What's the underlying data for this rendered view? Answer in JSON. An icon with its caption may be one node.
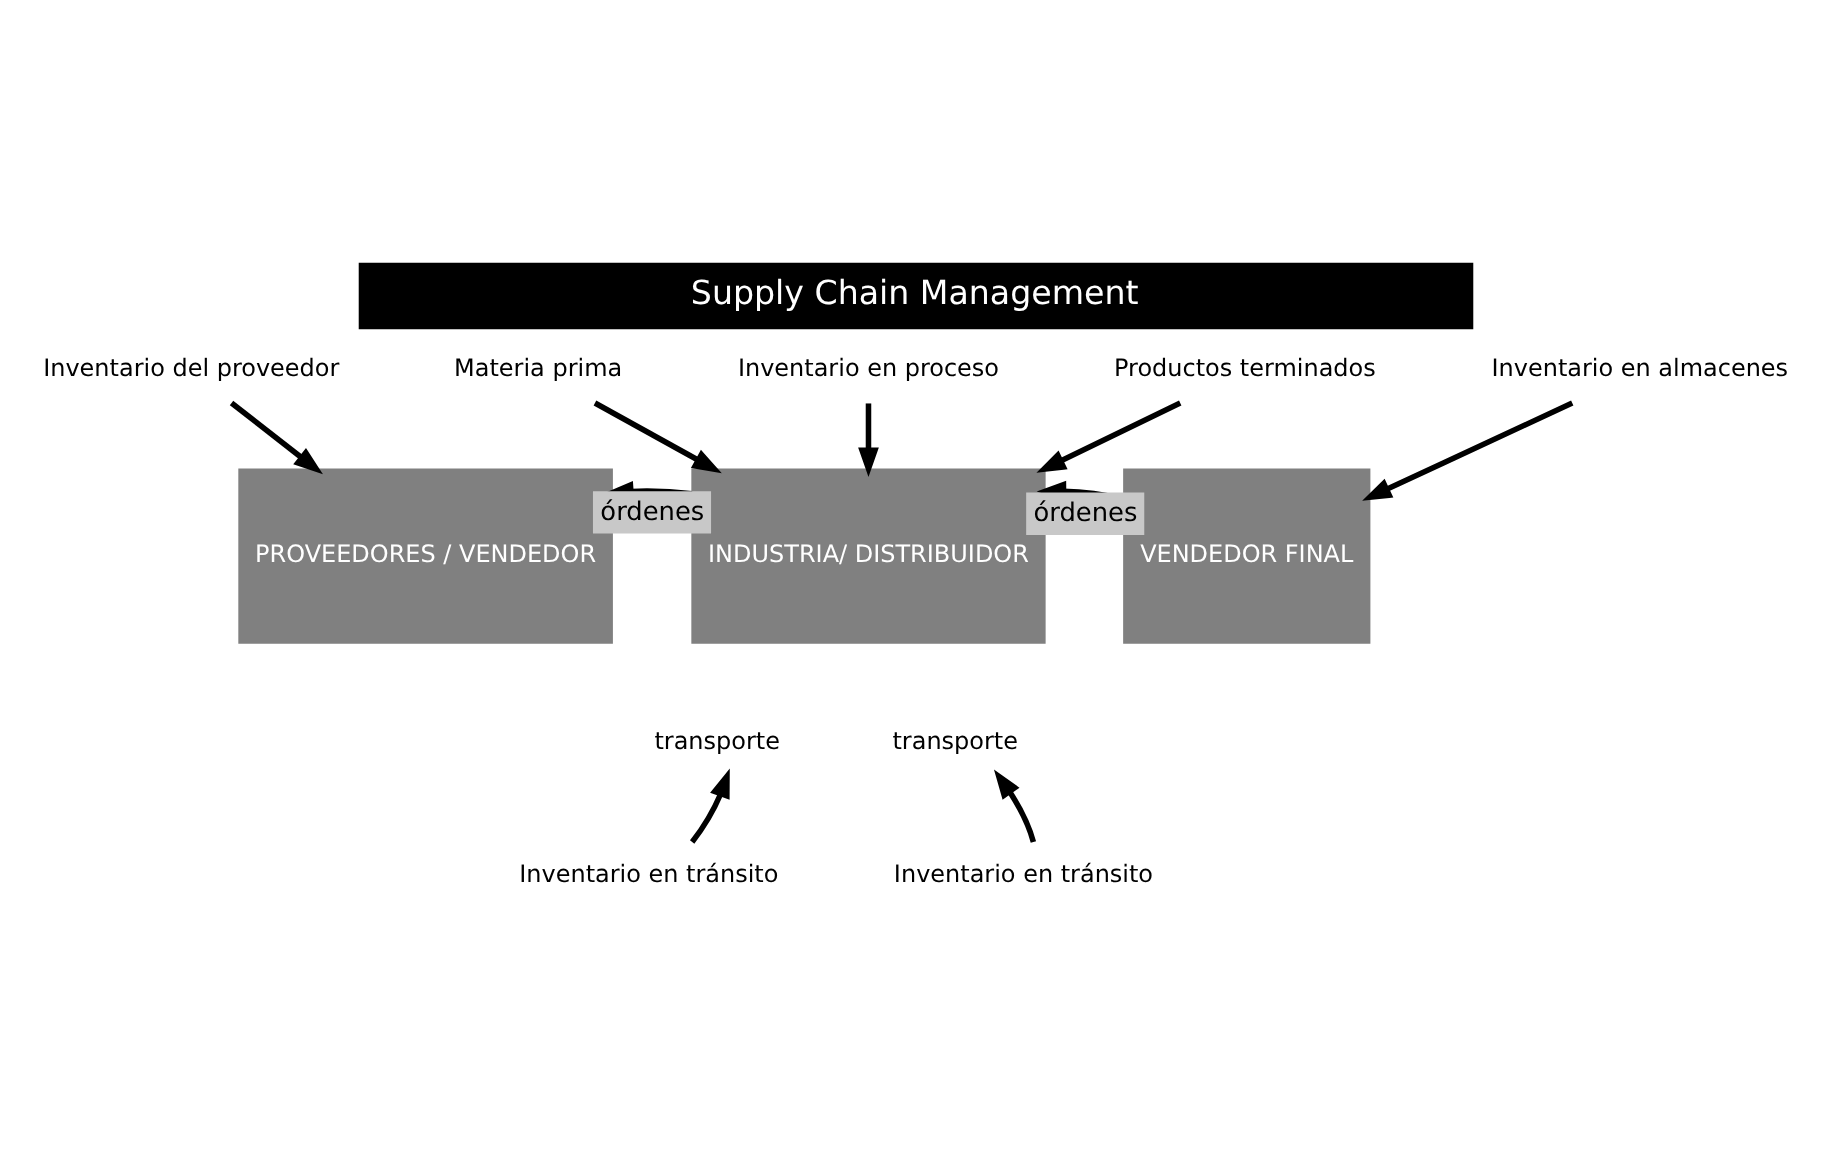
{
  "diagram": {
    "title": "Supply Chain Management",
    "nodes": [
      {
        "text": [
          "Inventario del proveedor"
        ]
      },
      {
        "text": [
          "Materia prima"
        ]
      },
      {
        "text": [
          "Inventario en proceso"
        ]
      },
      {
        "text": [
          "Productos terminados"
        ]
      },
      {
        "text": [
          "Inventario en almacenes"
        ]
      },
      {
        "text": [
          "PROVEEDORES / VENDEDOR"
        ]
      },
      {
        "text": [
          "INDUSTRIA/ DISTRIBUIDOR"
        ]
      },
      {
        "text": [
          "VENDEDOR FINAL"
        ]
      },
      {
        "text": [
          "transporte"
        ]
      },
      {
        "text": [
          "transporte"
        ]
      },
      {
        "text": [
          "Inventario en tránsito"
        ]
      },
      {
        "text": [
          "Inventario en tránsito"
        ]
      }
    ],
    "edges": [
      {
        "from": 0,
        "to": 5,
        "arrow": "to"
      },
      {
        "from": 1,
        "to": 6,
        "arrow": "to"
      },
      {
        "from": 2,
        "to": 6,
        "arrow": "to"
      },
      {
        "from": 3,
        "to": 6,
        "arrow": "to"
      },
      {
        "from": 4,
        "to": 7,
        "arrow": "to"
      },
      {
        "from": 6,
        "to": 5,
        "arrow": "to",
        "label": "órdenes"
      },
      {
        "from": 7,
        "to": 6,
        "arrow": "to",
        "label": "órdenes"
      },
      {
        "from": 10,
        "to": 8,
        "arrow": "to"
      },
      {
        "from": 11,
        "to": 9,
        "arrow": "to"
      }
    ]
  }
}
